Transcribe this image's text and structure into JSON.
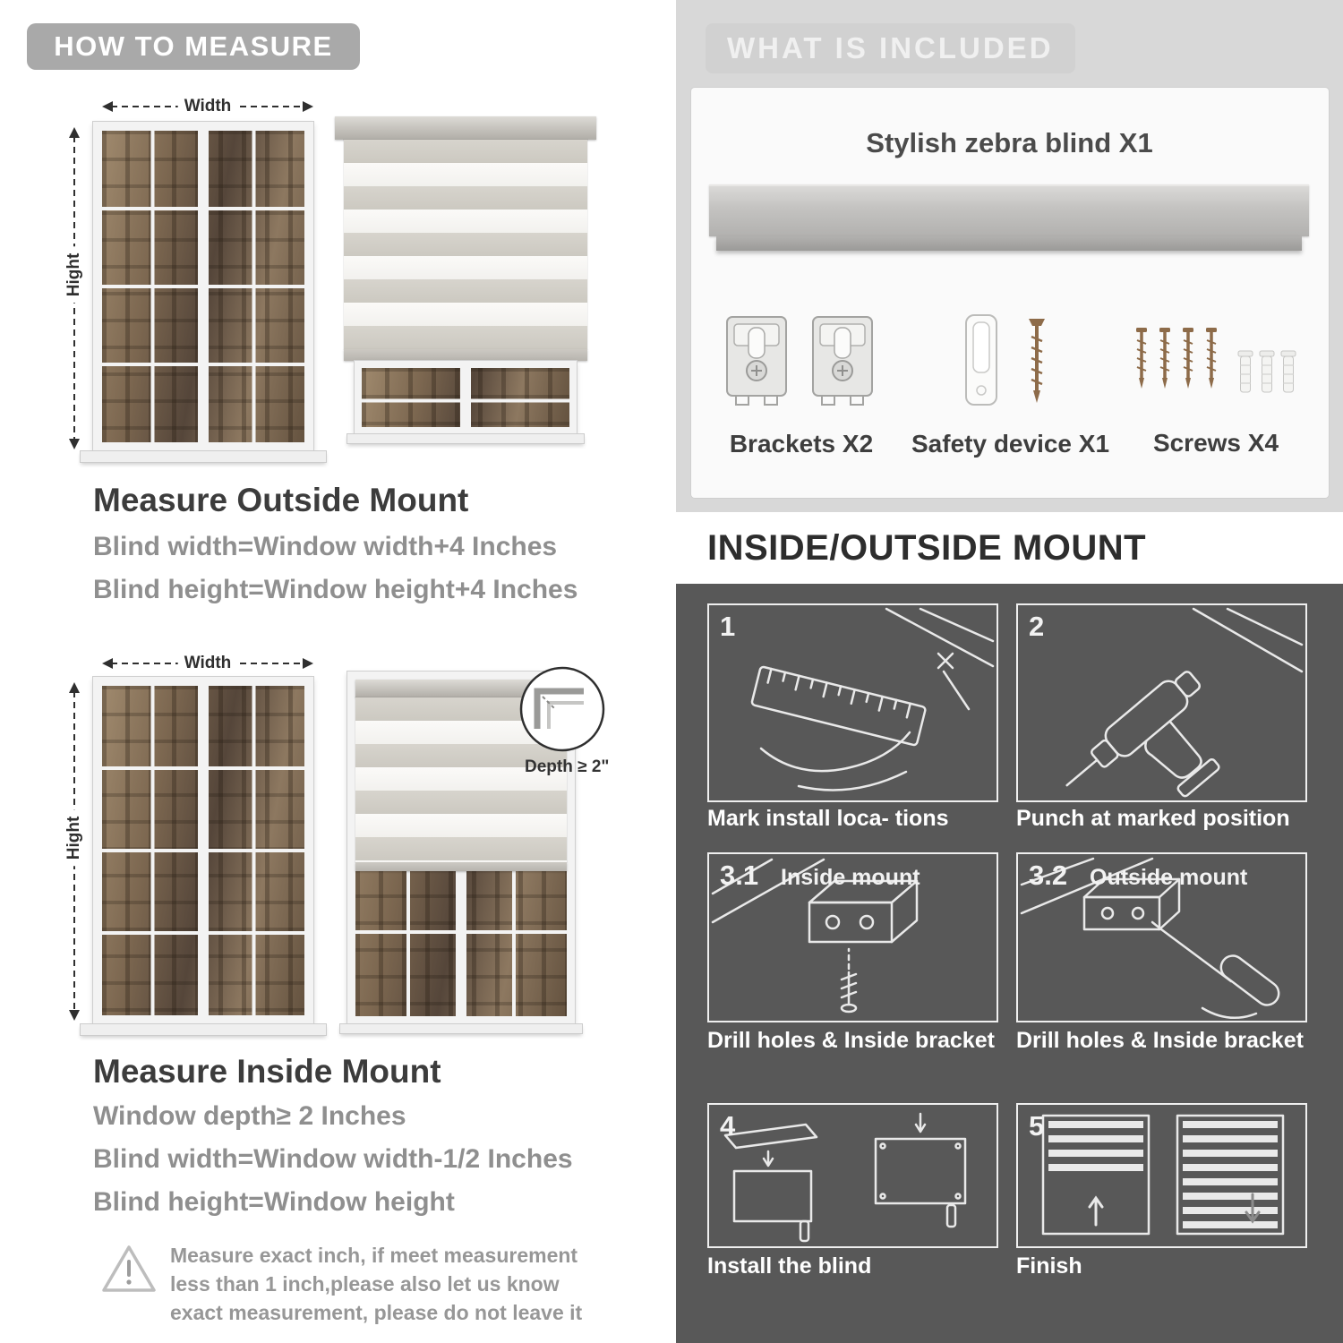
{
  "colors": {
    "header_pill": "#a9a9a9",
    "included_bg": "#d8d8d8",
    "dark_section_bg": "#585858",
    "heading_text": "#3c3c3c",
    "formula_text": "#8f8f8f",
    "caption_text": "#ffffff",
    "screw_bronze": "#8d6b49"
  },
  "measure": {
    "header": "HOW TO MEASURE",
    "width_label": "Width",
    "height_label": "Hight",
    "outside": {
      "title": "Measure Outside Mount",
      "lines": [
        "Blind width=Window width+4 Inches",
        "Blind height=Window height+4 Inches"
      ]
    },
    "inside": {
      "title": "Measure Inside Mount",
      "depth_label": "Depth ≥ 2\"",
      "lines": [
        "Window depth≥ 2 Inches",
        "Blind width=Window width-1/2 Inches",
        "Blind height=Window height"
      ]
    },
    "note": "Measure exact inch, if meet measurement less than 1 inch,please also let us know exact measurement, please do not leave it"
  },
  "included": {
    "header": "WHAT IS INCLUDED",
    "product_label": "Stylish zebra blind X1",
    "items": [
      {
        "label": "Brackets X2"
      },
      {
        "label": "Safety device X1"
      },
      {
        "label": "Screws X4"
      }
    ]
  },
  "mount": {
    "header": "INSIDE/OUTSIDE MOUNT",
    "steps": [
      {
        "num": "1",
        "caption": "Mark install loca- tions"
      },
      {
        "num": "2",
        "caption": "Punch at  marked position"
      },
      {
        "num": "3.1",
        "label": "Inside mount",
        "caption": "Drill holes &  Inside bracket"
      },
      {
        "num": "3.2",
        "label": "Outside mount",
        "caption": "Drill holes &  Inside bracket"
      },
      {
        "num": "4",
        "caption": "Install the blind"
      },
      {
        "num": "5",
        "caption": "Finish"
      }
    ]
  }
}
